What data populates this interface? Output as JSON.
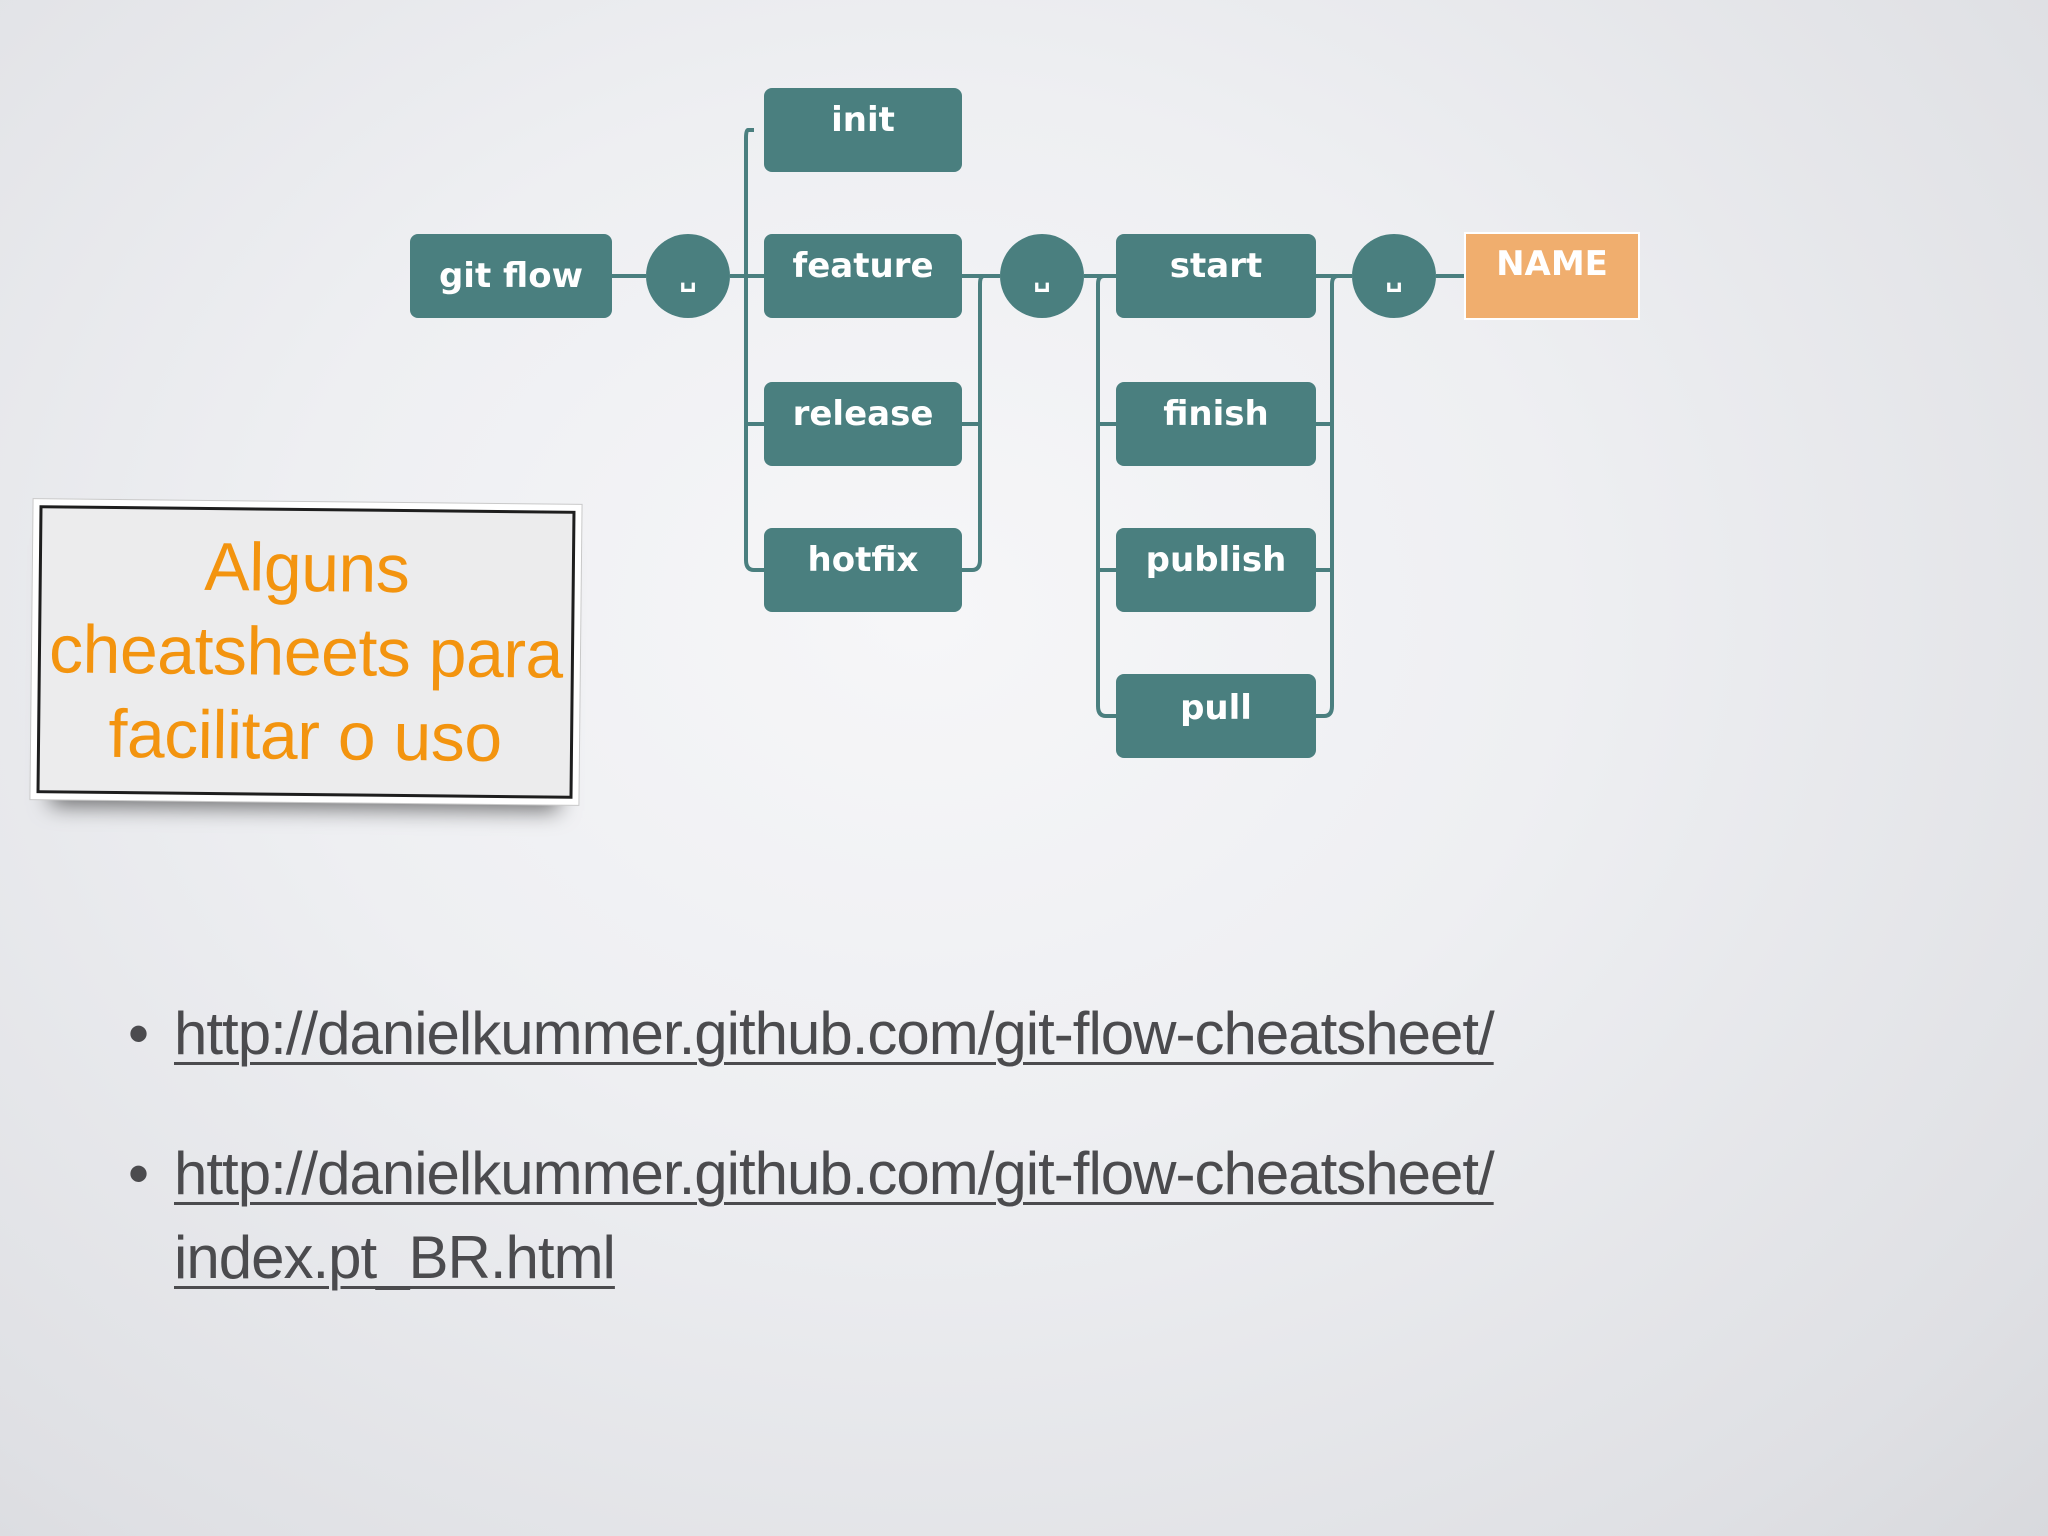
{
  "diagram": {
    "command": "git flow",
    "space_symbol": "␣",
    "subcommands": [
      "init",
      "feature",
      "release",
      "hotfix"
    ],
    "actions": [
      "start",
      "finish",
      "publish",
      "pull"
    ],
    "argument": "NAME",
    "colors": {
      "node": "#4a7f7f",
      "argument": "#f0ae6e",
      "line": "#4a7f7f"
    }
  },
  "note": {
    "text": "Alguns cheatsheets para facilitar o uso",
    "color": "#f3940f"
  },
  "links": [
    {
      "text": "http://danielkummer.github.com/git-flow-cheatsheet/"
    },
    {
      "text": "http://danielkummer.github.com/git-flow-cheatsheet/\nindex.pt_BR.html"
    }
  ]
}
